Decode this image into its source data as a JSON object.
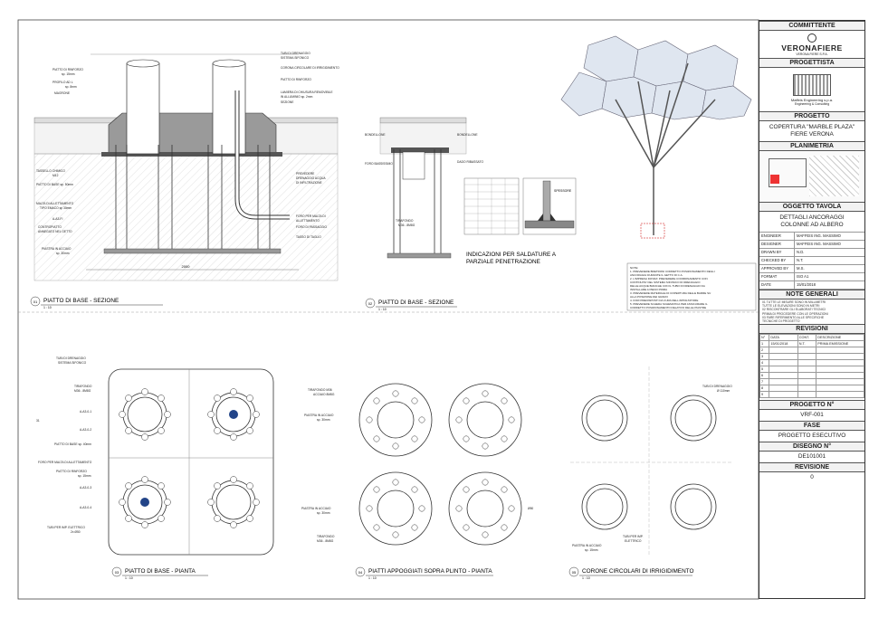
{
  "drawing": {
    "view1": {
      "num": "01",
      "title": "PIATTO DI BASE - SEZIONE",
      "scale": "1 : 10"
    },
    "view2": {
      "num": "02",
      "title": "PIATTO DI BASE - SEZIONE",
      "scale": "1 : 10"
    },
    "view3": {
      "num": "03",
      "title": "PIATTO DI BASE - PIANTA",
      "scale": "1 : 10"
    },
    "view4": {
      "num": "04",
      "title": "PIATTI APPOGGIATI SOPRA PLINTO - PIANTA",
      "scale": "1 : 10"
    },
    "view5": {
      "num": "05",
      "title": "CORONE CIRCOLARI DI IRRIGIDIMENTO",
      "scale": "1 : 10"
    },
    "weld_title": "INDICAZIONI PER SALDATURE A",
    "weld_title2": "PARZIALE PENETRAZIONE",
    "weld_label": "SPESSORE",
    "labels1": [
      "PIATTO DI RINFORZO",
      "sp. 15mm",
      "PROFILO AD L",
      "sp. 8mm",
      "MAGRONE",
      "TASSELLO CHIMICO",
      "M12",
      "PIATTO DI BASE sp. 50mm",
      "MALTA DI ALLETTAMENTO",
      "TIPO EMACO sp 30mm",
      "A-A3-FI",
      "CONTROPIATTO",
      "ANNEGATO NEL GETTO",
      "PIASTRA IN ACCIAIO",
      "sp. 30mm",
      "TUBI DI DRENAGGIO",
      "SISTEMA SIFONICO",
      "CORONA CIRCOLARE DI IRRIGIDIMENTO",
      "PIATTO DI RINFORZO",
      "LAMIERA DI CHIUSURA REMOVIBILE",
      "IN ALLUMINIO sp. 2mm",
      "SEZIONE",
      "PREVEDERE",
      "DRENAGGIO ACQUA",
      "DI INFILTRAZIONE",
      "FORO PER MALTA DI",
      "ALLETTAMENTO",
      "TASSO DI TAGLIO",
      "FORO DI PASSAGGIO",
      "DADO RIBASSATO"
    ],
    "labels2": [
      "BONDELLONE",
      "BONDELLONE",
      "FORO BASSISSIMO",
      "DADO RIBASSATO",
      "TIRAFONDO",
      "M36 - 8M8G"
    ],
    "labels3": [
      "TUBI DI DRENAGGIO",
      "SISTEMA SIFONICO",
      "TIRAFONDO",
      "M36 - 8M8G",
      "PIATTO DI BASE sp. 40mm",
      "FORO PER MALTA DI ALLETTAMENTO",
      "PIATTO DI RINFORZO",
      "sp. 15mm",
      "TUBI PER IMP. ELETTRICO",
      "2x Ø50",
      "A-A3-0-1",
      "A-A3-0-2",
      "A-A3-0-3",
      "A-A3-0-4",
      "31"
    ],
    "labels4": [
      "TIRAFONDO M36",
      "ACCIAIO 8M8G",
      "PIASTRA IN ACCIAIO",
      "sp. 30mm",
      "TIRAFONDO",
      "M36 - 8M8G",
      "Ø50"
    ],
    "labels5": [
      "TUBI DI DRENAGGIO",
      "Ø 110mm",
      "PIASTRA IN ACCIAIO",
      "sp. 15mm",
      "TUBI PER IMP.",
      "ELETTRICO"
    ],
    "notes": [
      "NOTE:",
      "1. PREVEDERE BRETRONI CORRETTO POSIZIONAMENTO DEGLI",
      "   ANCORAGGI DURANTE IL GETTO DI C.A.",
      "2. L'IMPRESA DOVRA' PREVEDERE COORDINAMENTO CON",
      "   CONTINUITA' DEL SISTEMA SIFONICO DI DRENAGGIO",
      "   DELLE ACQUE BIANCHE CON IL TUBO DI DRENAGGIO DA",
      "   INSTALLARE A PIENO PRIMA",
      "3. PREVEDERE MATERIALE DI COPERTURA DELLE BARRE SU",
      "   ALLA POSIZIONE DEI GRAFFI",
      "4. FORI PREDISPOSTI DA CURA DELL'APPALTATORE",
      "5. PREVEDERE SCHEDA SCHEMATICA PER ASSICURARE IL",
      "   CORRETTO POSIZIONAMENTO RELATIVO DELLE PIASTRE"
    ]
  },
  "titleblock": {
    "committente": "COMMITTENTE",
    "company": "VERONAFIERE",
    "company_sub": "VERONA FIERE S.P.A.",
    "progettista": "PROGETTISTA",
    "engineering": "Maffeis Engineering s.p.a.",
    "engineering_sub": "Engineering & Consulting",
    "progetto": "PROGETTO",
    "progetto_line1": "COPERTURA \"MARBLE PLAZA\"",
    "progetto_line2": "FIERE VERONA",
    "planimetria": "PLANIMETRIA",
    "oggetto": "OGGETTO TAVOLA",
    "oggetto_line1": "DETTAGLI ANCORAGGI",
    "oggetto_line2": "COLONNE AD ALBERO",
    "rows": [
      {
        "k": "ENGINEER",
        "v": "MAFFEIS ING. MASSIMO"
      },
      {
        "k": "DESIGNER",
        "v": "MAFFEIS ING. MASSIMO"
      },
      {
        "k": "DRAWN BY",
        "v": "N.D."
      },
      {
        "k": "CHECKED BY",
        "v": "N.T."
      },
      {
        "k": "APPROVED BY",
        "v": "M.S."
      },
      {
        "k": "FORMAT",
        "v": "ISO A1"
      },
      {
        "k": "DATE",
        "v": "15/01/2018"
      }
    ],
    "note_generali": "NOTE GENERALI",
    "note_lines": [
      "01 TUTTE LE MISURE SONO IN MILLIMETRI",
      "   TUTTE LE ELEVAZIONI SONO IN METRI",
      "02 RISCONTRARE GLI ELABORATI TECNICI",
      "   PRIMA DI PROCEDERE CON LE OPERAZIONI",
      "03 FARE RIFERIMENTO ALLE SPECIFICHE",
      "   TECNICHE DI PROGETTO"
    ],
    "revisioni": "REVISIONI",
    "rev_header": [
      "N°",
      "DATA",
      "CONT.",
      "DESCRIZIONE"
    ],
    "rev_rows": [
      [
        "1",
        "15/01/2018",
        "N.T.",
        "PRIMA EMISSIONE"
      ],
      [
        "2",
        "",
        "",
        ""
      ],
      [
        "3",
        "",
        "",
        ""
      ],
      [
        "4",
        "",
        "",
        ""
      ],
      [
        "5",
        "",
        "",
        ""
      ],
      [
        "6",
        "",
        "",
        ""
      ],
      [
        "7",
        "",
        "",
        ""
      ],
      [
        "8",
        "",
        "",
        ""
      ],
      [
        "9",
        "",
        "",
        ""
      ]
    ],
    "progetto_n": "PROGETTO N°",
    "progetto_n_val": "VRF-001",
    "fase": "FASE",
    "fase_val": "PROGETTO ESECUTIVO",
    "disegno_n": "DISEGNO N°",
    "disegno_n_val": "DE101001",
    "revisione": "REVISIONE",
    "revisione_val": "0"
  }
}
